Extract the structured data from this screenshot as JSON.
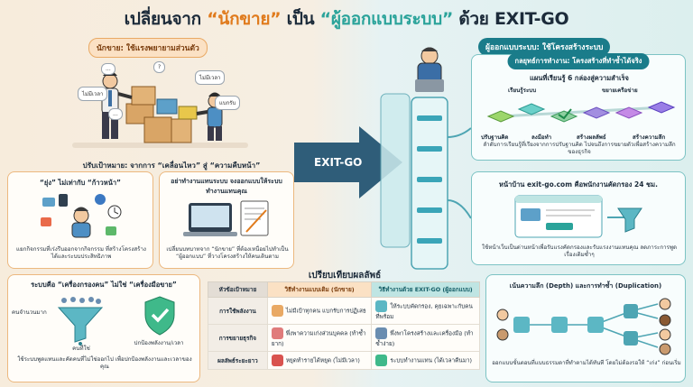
{
  "title": {
    "pre": "เปลี่ยนจาก ",
    "seller": "“นักขาย”",
    "mid": " เป็น ",
    "builder": "“ผู้ออกแบบระบบ”",
    "post": " ด้วย EXIT-GO"
  },
  "left": {
    "header": "นักขาย: ใช้แรงพยายามส่วนตัว",
    "bubbles": [
      "ไม่มีเวลา",
      "ไม่มีเวลา",
      "...",
      "?",
      "...",
      "แบกรับ"
    ],
    "shift_title": "ปรับเป้าหมาย: จากการ “เคลื่อนไหว” สู่ “ความคืบหน้า”",
    "card1": {
      "title": "“ยุ่ง” ไม่เท่ากับ “ก้าวหน้า”",
      "body": "แยกกิจกรรมที่เร่งรีบออกจากกิจกรรม ที่สร้างโครงสร้างได้และระบบประสิทธิภาพ"
    },
    "card2": {
      "title": "อย่าทำงานแทนระบบ จงออกแบบให้ระบบทำงานแทนคุณ",
      "body": "เปลี่ยนบทบาทจาก “นักขาย” ที่ต้องเหนื่อยไปทำเป็น “ผู้ออกแบบ” ที่วางโครงสร้างให้คนเดินตาม"
    },
    "card3": {
      "title": "ระบบคือ “เครื่องกรองคน” ไม่ใช่ “เครื่องมือขาย”",
      "many": "คนจำนวนมาก",
      "right": "คนที่ใช่",
      "protect": "ปกป้องพลังงาน/เวลา",
      "body": "ใช้ระบบพูดแทนและคัดคนที่ไม่ใช่ออกไป เพื่อปกป้องพลังงานและเวลาของคุณ"
    }
  },
  "center": {
    "arrow_label": "EXIT-GO"
  },
  "right": {
    "header": "ผู้ออกแบบระบบ: ใช้โครงสร้างระบบ",
    "strategy": {
      "pill": "กลยุทธ์การทำงาน: โครงสร้างที่ทำซ้ำได้จริง",
      "title": "แผนที่เรียนรู้ 6 กล่องสู่ความสำเร็จ",
      "steps_top": [
        "เรียนรู้ระบบ",
        "ขยายเครือข่าย"
      ],
      "steps_bottom": [
        "ปรับฐานคิด",
        "ลงมือทำ",
        "สร้างผลลัพธ์",
        "สร้างความลึก"
      ],
      "caption": "ลำดับการเรียนรู้ที่เรียงจากการปรับฐานคิด ไปจนถึงการขยายตัวเพื่อสร้างความลึกของธุรกิจ"
    },
    "web": {
      "title": "หน้าบ้าน exit-go.com คือพนักงานคัดกรอง 24 ชม.",
      "caption": "ใช้หน้าเว็บเป็นด่านหน้าเพื่อรับแรงคัดกรองและรับแรงงานแทนคุณ ลดภาระการพูดเรื่องเดิมซ้ำๆ"
    },
    "depth": {
      "title": "เน้นความลึก (Depth) และการทำซ้ำ (Duplication)",
      "caption": "ออกแบบขั้นตอนที่แบบธรรมดาที่ทำตามได้ทันที โดยไม่ต้องรอให้ “เก่ง” ก่อนเริ่ม"
    }
  },
  "compare": {
    "title": "เปรียบเทียบผลลัพธ์",
    "headers": [
      "หัวข้อเป้าหมาย",
      "วิธีทำงานแบบเดิม (นักขาย)",
      "วิธีทำงานด้วย EXIT-GO (ผู้ออกแบบ)"
    ],
    "rows": [
      {
        "topic": "การใช้พลังงาน",
        "old": "ไม่มีเป้าทุกคน แบกรับการปฏิเสธ",
        "new": "ให้ระบบคัดกรอง, คุยเฉพาะกับคนที่พร้อม"
      },
      {
        "topic": "การขยายธุรกิจ",
        "old": "พึ่งพาความเก่งส่วนบุคคล (ทำซ้ำยาก)",
        "new": "พึ่งพาโครงสร้างและเครื่องมือ (ทำซ้ำง่าย)"
      },
      {
        "topic": "ผลลัพธ์ระยะยาว",
        "old": "หยุดทำรายได้หยุด (ไม่มีเวลา)",
        "new": "ระบบทำงานแทน (ได้เวลาคืนมา)"
      }
    ]
  },
  "colors": {
    "orange": "#e07b1d",
    "teal": "#2aa39a",
    "dark": "#1c2b3a",
    "arrow": "#2f5d79"
  }
}
